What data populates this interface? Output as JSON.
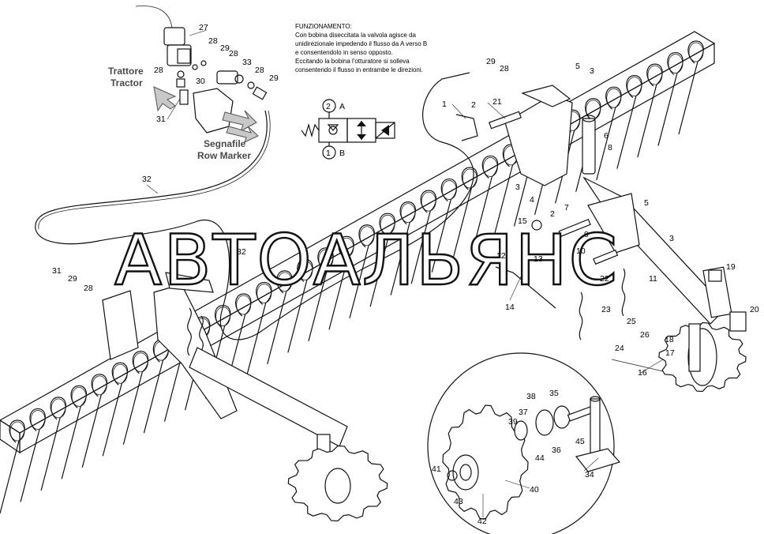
{
  "labels": {
    "tractor_it": "Trattore",
    "tractor_en": "Tractor",
    "marker_it": "Segnafile",
    "marker_en": "Row Marker",
    "port_a_num": "2",
    "port_a": "A",
    "port_b_num": "1",
    "port_b": "B"
  },
  "note": {
    "title": "FUNZIONAMENTO:",
    "lines": [
      "Con bobina diseccitata la valvola agisce da",
      "unidirezionale impedendo il flusso da A verso B",
      "e consentendolo in senso opposto.",
      "Eccitando la bobina l'otturatore si solleva",
      "consentendo il flusso in entrambe le direzioni."
    ]
  },
  "watermark": "АВТОАЛЬЯНС",
  "callouts": [
    {
      "id": "c27a",
      "text": "27"
    },
    {
      "id": "c28a",
      "text": "28"
    },
    {
      "id": "c29a",
      "text": "29"
    },
    {
      "id": "c28b",
      "text": "28"
    },
    {
      "id": "c33",
      "text": "33"
    },
    {
      "id": "c28c",
      "text": "28"
    },
    {
      "id": "c29b",
      "text": "29"
    },
    {
      "id": "c28d",
      "text": "28"
    },
    {
      "id": "c30",
      "text": "30"
    },
    {
      "id": "c31a",
      "text": "31"
    },
    {
      "id": "c32a",
      "text": "32"
    },
    {
      "id": "c31b",
      "text": "31"
    },
    {
      "id": "c29c",
      "text": "29"
    },
    {
      "id": "c28e",
      "text": "28"
    },
    {
      "id": "c32b",
      "text": "32"
    },
    {
      "id": "c29d",
      "text": "29"
    },
    {
      "id": "c28f",
      "text": "28"
    },
    {
      "id": "c5a",
      "text": "5"
    },
    {
      "id": "c3a",
      "text": "3"
    },
    {
      "id": "c1",
      "text": "1"
    },
    {
      "id": "c2a",
      "text": "2"
    },
    {
      "id": "c21",
      "text": "21"
    },
    {
      "id": "c6",
      "text": "6"
    },
    {
      "id": "c8",
      "text": "8"
    },
    {
      "id": "c3b",
      "text": "3"
    },
    {
      "id": "c4",
      "text": "4"
    },
    {
      "id": "c7",
      "text": "7"
    },
    {
      "id": "c5b",
      "text": "5"
    },
    {
      "id": "c15",
      "text": "15"
    },
    {
      "id": "c2b",
      "text": "2"
    },
    {
      "id": "c9",
      "text": "9"
    },
    {
      "id": "c3c",
      "text": "3"
    },
    {
      "id": "c12",
      "text": "12"
    },
    {
      "id": "c13",
      "text": "13"
    },
    {
      "id": "c10",
      "text": "10"
    },
    {
      "id": "c22",
      "text": "22"
    },
    {
      "id": "c11",
      "text": "11"
    },
    {
      "id": "c19",
      "text": "19"
    },
    {
      "id": "c14",
      "text": "14"
    },
    {
      "id": "c23",
      "text": "23"
    },
    {
      "id": "c20",
      "text": "20"
    },
    {
      "id": "c25",
      "text": "25"
    },
    {
      "id": "c26",
      "text": "26"
    },
    {
      "id": "c24",
      "text": "24"
    },
    {
      "id": "c18",
      "text": "18"
    },
    {
      "id": "c17",
      "text": "17"
    },
    {
      "id": "c16",
      "text": "16"
    },
    {
      "id": "c38",
      "text": "38"
    },
    {
      "id": "c35",
      "text": "35"
    },
    {
      "id": "c37",
      "text": "37"
    },
    {
      "id": "c39",
      "text": "39"
    },
    {
      "id": "c36",
      "text": "36"
    },
    {
      "id": "c45",
      "text": "45"
    },
    {
      "id": "c44",
      "text": "44"
    },
    {
      "id": "c41",
      "text": "41"
    },
    {
      "id": "c40",
      "text": "40"
    },
    {
      "id": "c34",
      "text": "34"
    },
    {
      "id": "c43",
      "text": "43"
    },
    {
      "id": "c42",
      "text": "42"
    }
  ]
}
